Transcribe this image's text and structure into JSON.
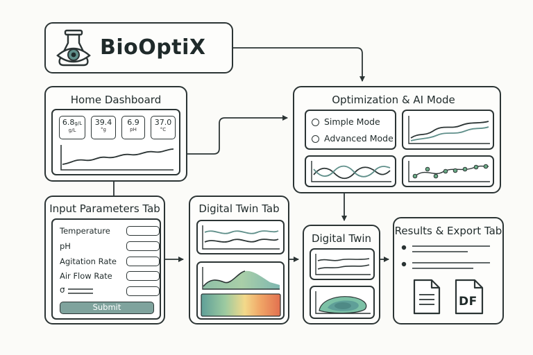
{
  "brand": {
    "name": "BioOptiX"
  },
  "home": {
    "title": "Home Dashboard",
    "metrics": [
      {
        "value": "6.8",
        "unit_top": "g/L",
        "unit": "g/L"
      },
      {
        "value": "39.4",
        "unit_top": "",
        "unit": "°g"
      },
      {
        "value": "6.9",
        "unit_top": "",
        "unit": "pH"
      },
      {
        "value": "37.0",
        "unit_top": "",
        "unit": "°C"
      }
    ]
  },
  "input": {
    "title": "Input Parameters Tab",
    "fields": [
      {
        "label": "Temperature"
      },
      {
        "label": "pH"
      },
      {
        "label": "Agitation Rate"
      },
      {
        "label": "Air Flow Rate"
      },
      {
        "label": "σ"
      }
    ],
    "submit_label": "Submit"
  },
  "digital_twin_tab": {
    "title": "Digital Twin Tab"
  },
  "optimization": {
    "title": "Optimization & AI Mode",
    "modes": [
      {
        "label": "Simple Mode"
      },
      {
        "label": "Advanced Mode"
      }
    ]
  },
  "digital_twin": {
    "title": "Digital Twin"
  },
  "results": {
    "title": "Results & Export Tab",
    "doc_labels": [
      "",
      "DF"
    ]
  },
  "colors": {
    "stroke": "#2b3434",
    "teal": "#5f8f8a",
    "submit_fill": "#7fa39d",
    "green": "#6bab86"
  }
}
